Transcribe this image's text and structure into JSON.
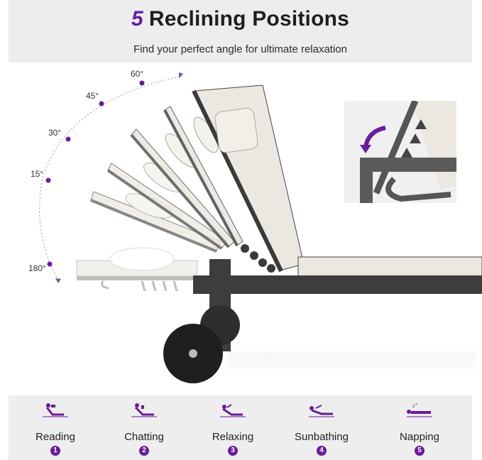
{
  "header": {
    "title_number": "5",
    "title_text": "Reclining Positions",
    "subtitle": "Find your perfect angle for ultimate relaxation"
  },
  "angles": [
    "60°",
    "45°",
    "30°",
    "15°",
    "180°"
  ],
  "positions": [
    {
      "label": "Reading",
      "number": "1",
      "icon": "person-reading-icon"
    },
    {
      "label": "Chatting",
      "number": "2",
      "icon": "person-chatting-icon"
    },
    {
      "label": "Relaxing",
      "number": "3",
      "icon": "person-relaxing-icon"
    },
    {
      "label": "Sunbathing",
      "number": "4",
      "icon": "person-sunbathing-icon"
    },
    {
      "label": "Napping",
      "number": "5",
      "icon": "person-napping-icon"
    }
  ],
  "colors": {
    "accent": "#6a1b9a",
    "frame": "#3a3a3a",
    "fabric": "#ece8e1",
    "panel": "#ededed"
  }
}
